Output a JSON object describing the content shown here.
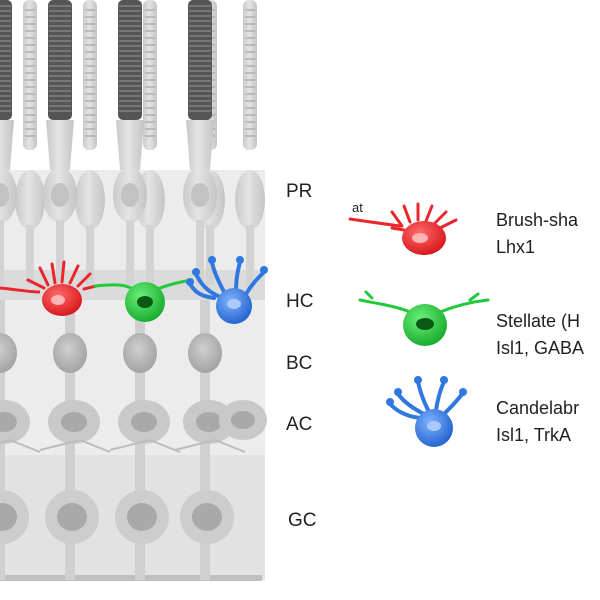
{
  "layers": [
    {
      "id": "pr",
      "label": "PR"
    },
    {
      "id": "hc",
      "label": "HC"
    },
    {
      "id": "bc",
      "label": "BC"
    },
    {
      "id": "ac",
      "label": "AC"
    },
    {
      "id": "gc",
      "label": "GC"
    }
  ],
  "legend": [
    {
      "type": "Brush-sha",
      "markers": "Lhx1",
      "color": "#e8262b",
      "tag": "at"
    },
    {
      "type": "Stellate (H",
      "markers": "Isl1, GABA",
      "color": "#22c93a"
    },
    {
      "type": "Candelabr",
      "markers": "Isl1, TrkA",
      "color": "#2f78e0"
    }
  ],
  "colors": {
    "tissue": "#d6d6d6",
    "tissue_dark": "#bdbdbd",
    "nucleus": "#a9a9a9",
    "outer_segment": "#555555",
    "red_cell": "#e8262b",
    "green_cell": "#22c93a",
    "blue_cell": "#2f78e0",
    "text": "#222222"
  }
}
